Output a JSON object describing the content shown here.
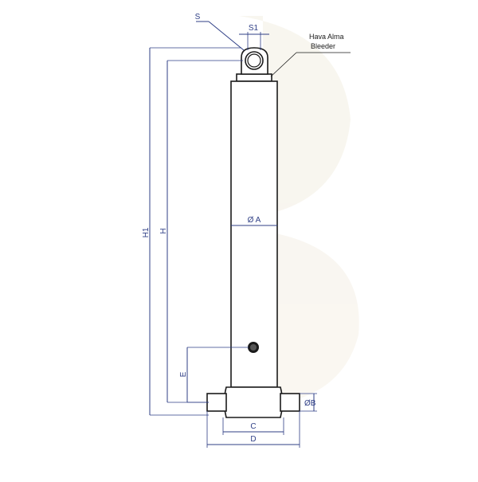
{
  "diagram": {
    "labels": {
      "s": "S",
      "s1": "S1",
      "h1": "H1",
      "h": "H",
      "e": "E",
      "a": "Ø A",
      "b": "ØB",
      "c": "C",
      "d": "D"
    },
    "notes": {
      "bleeder_tr": "Hava Alma",
      "bleeder_en": "Bleeder"
    },
    "colors": {
      "dimension": "#2f3f86",
      "outline": "#1a1a1a",
      "watermark": "#f3eee2"
    }
  }
}
